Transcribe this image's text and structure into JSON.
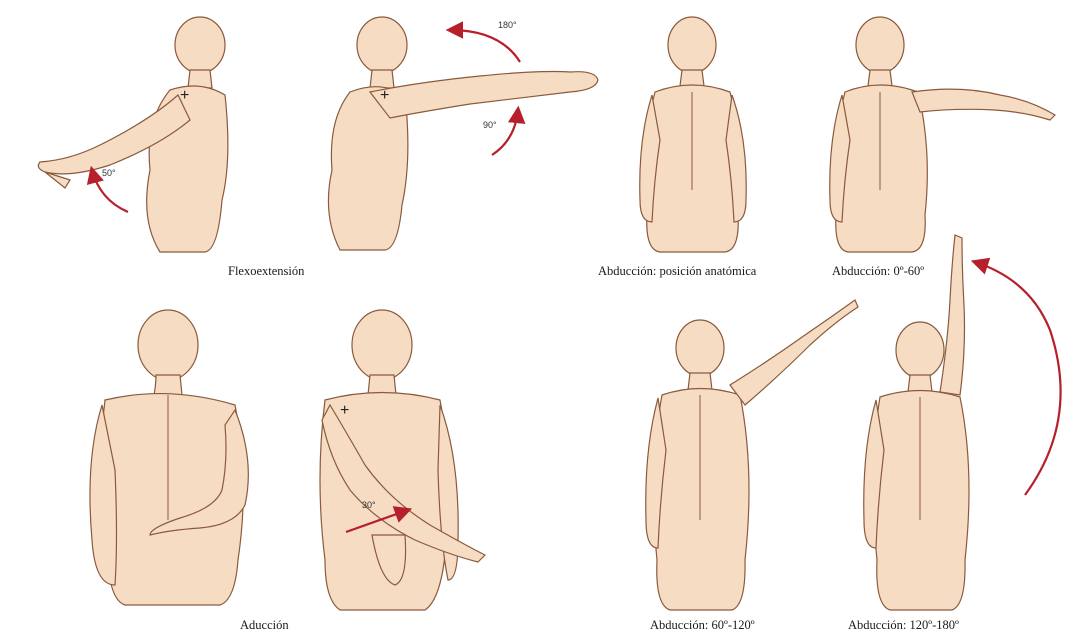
{
  "colors": {
    "skin": "#f7dcc4",
    "skin_shade": "#eab894",
    "outline": "#8a5a3c",
    "arrow": "#b5202a"
  },
  "captions": {
    "flexion": "Flexoextensión",
    "abduction_anatomic": "Abducción: posición anatómica",
    "abduction_0_60": "Abducción: 0º-60º",
    "adduction": "Aducción",
    "abduction_60_120": "Abducción: 60º-120º",
    "abduction_120_180": "Abducción: 120º-180º"
  },
  "angle_labels": {
    "extension": "50°",
    "flexion_max": "180°",
    "flexion_mid": "90°",
    "adduction": "30°"
  }
}
